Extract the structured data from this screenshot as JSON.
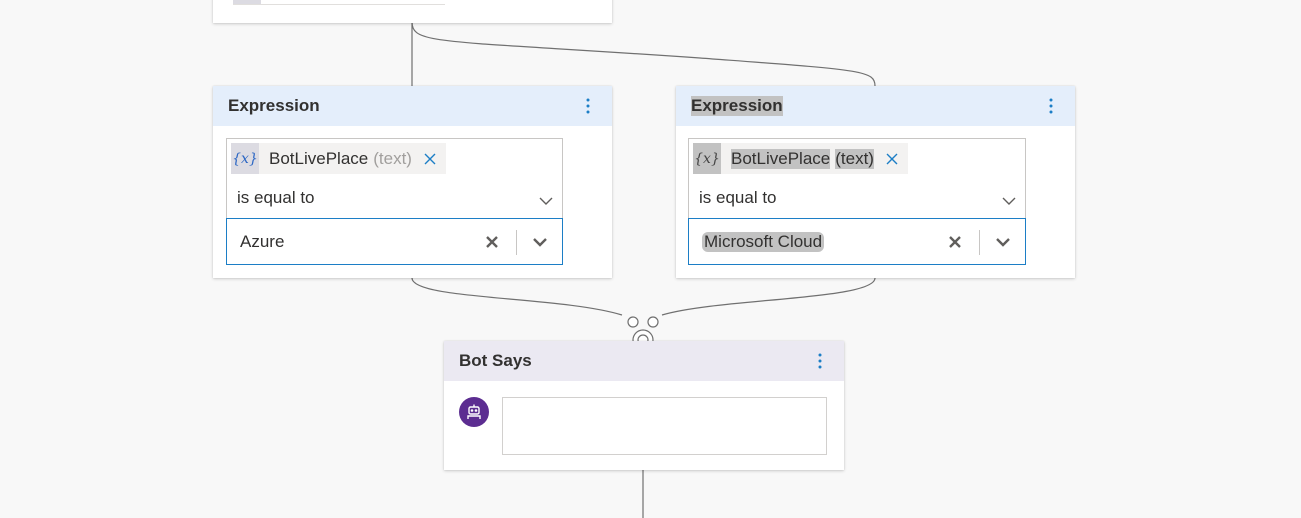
{
  "expression_left": {
    "header_title": "Expression",
    "variable": {
      "badge": "{x}",
      "name": "BotLivePlace",
      "type": "(text)"
    },
    "operator": "is equal to",
    "value": "Azure"
  },
  "expression_right": {
    "header_title": "Expression",
    "variable": {
      "badge": "{x}",
      "name": "BotLivePlace",
      "type": "(text)"
    },
    "operator": "is equal to",
    "value": "Microsoft Cloud"
  },
  "bot_says": {
    "header_title": "Bot Says",
    "message": ""
  },
  "colors": {
    "canvas": "#f8f8f8",
    "expression_header": "#e4eefb",
    "bot_says_header": "#ebe9f2",
    "accent_border": "#1c7ec6",
    "bot_avatar": "#5c2d91",
    "variable_badge_text": "#2b66c4",
    "connector": "#707070"
  },
  "icons": {
    "variable_badge": "variable-x-icon",
    "chip_remove": "close-icon",
    "dropdown": "chevron-down-icon",
    "clear": "clear-x-icon",
    "menu": "more-vertical-icon",
    "avatar": "bot-icon",
    "join": "join-node-icon"
  }
}
